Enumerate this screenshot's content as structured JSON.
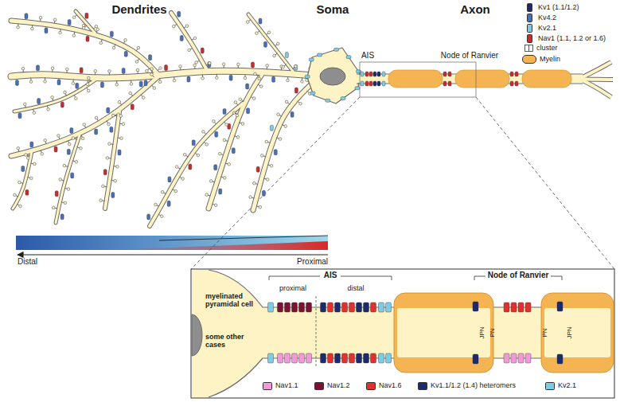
{
  "diagram": {
    "labels": [
      "Dendrites",
      "Soma",
      "Axon",
      "AIS",
      "Node of Ranvier",
      "Distal",
      "Proximal",
      "AIS",
      "Node of Ranvier",
      "proximal",
      "distal",
      "myelinated pyramidal cell",
      "some other cases",
      "JPN",
      "PN",
      "PN",
      "JPN"
    ],
    "legend": [
      {
        "text": "Kv1 (1.1/1.2)",
        "color": "#1f2a6b"
      },
      {
        "text": "Kv4.2",
        "color": "#4a6fb5"
      },
      {
        "text": "Kv2.1",
        "color": "#7fcbe6"
      },
      {
        "text": "Nav1 (1.1, 1.2 or 1.6)",
        "color": "#cc2a2e"
      },
      {
        "text": "cluster"
      },
      {
        "text": "Myelin",
        "color": "#f5b452"
      },
      {
        "text": "Nav1.1",
        "color": "#f29ad8"
      },
      {
        "text": "Nav1.2",
        "color": "#7b1232"
      },
      {
        "text": "Nav1.6",
        "color": "#e0312f"
      },
      {
        "text": "Kv1.1/1.2 (1.4) heteromers",
        "color": "#1f2a6b"
      },
      {
        "text": "Kv2.1",
        "color": "#7fcbe6"
      }
    ]
  }
}
